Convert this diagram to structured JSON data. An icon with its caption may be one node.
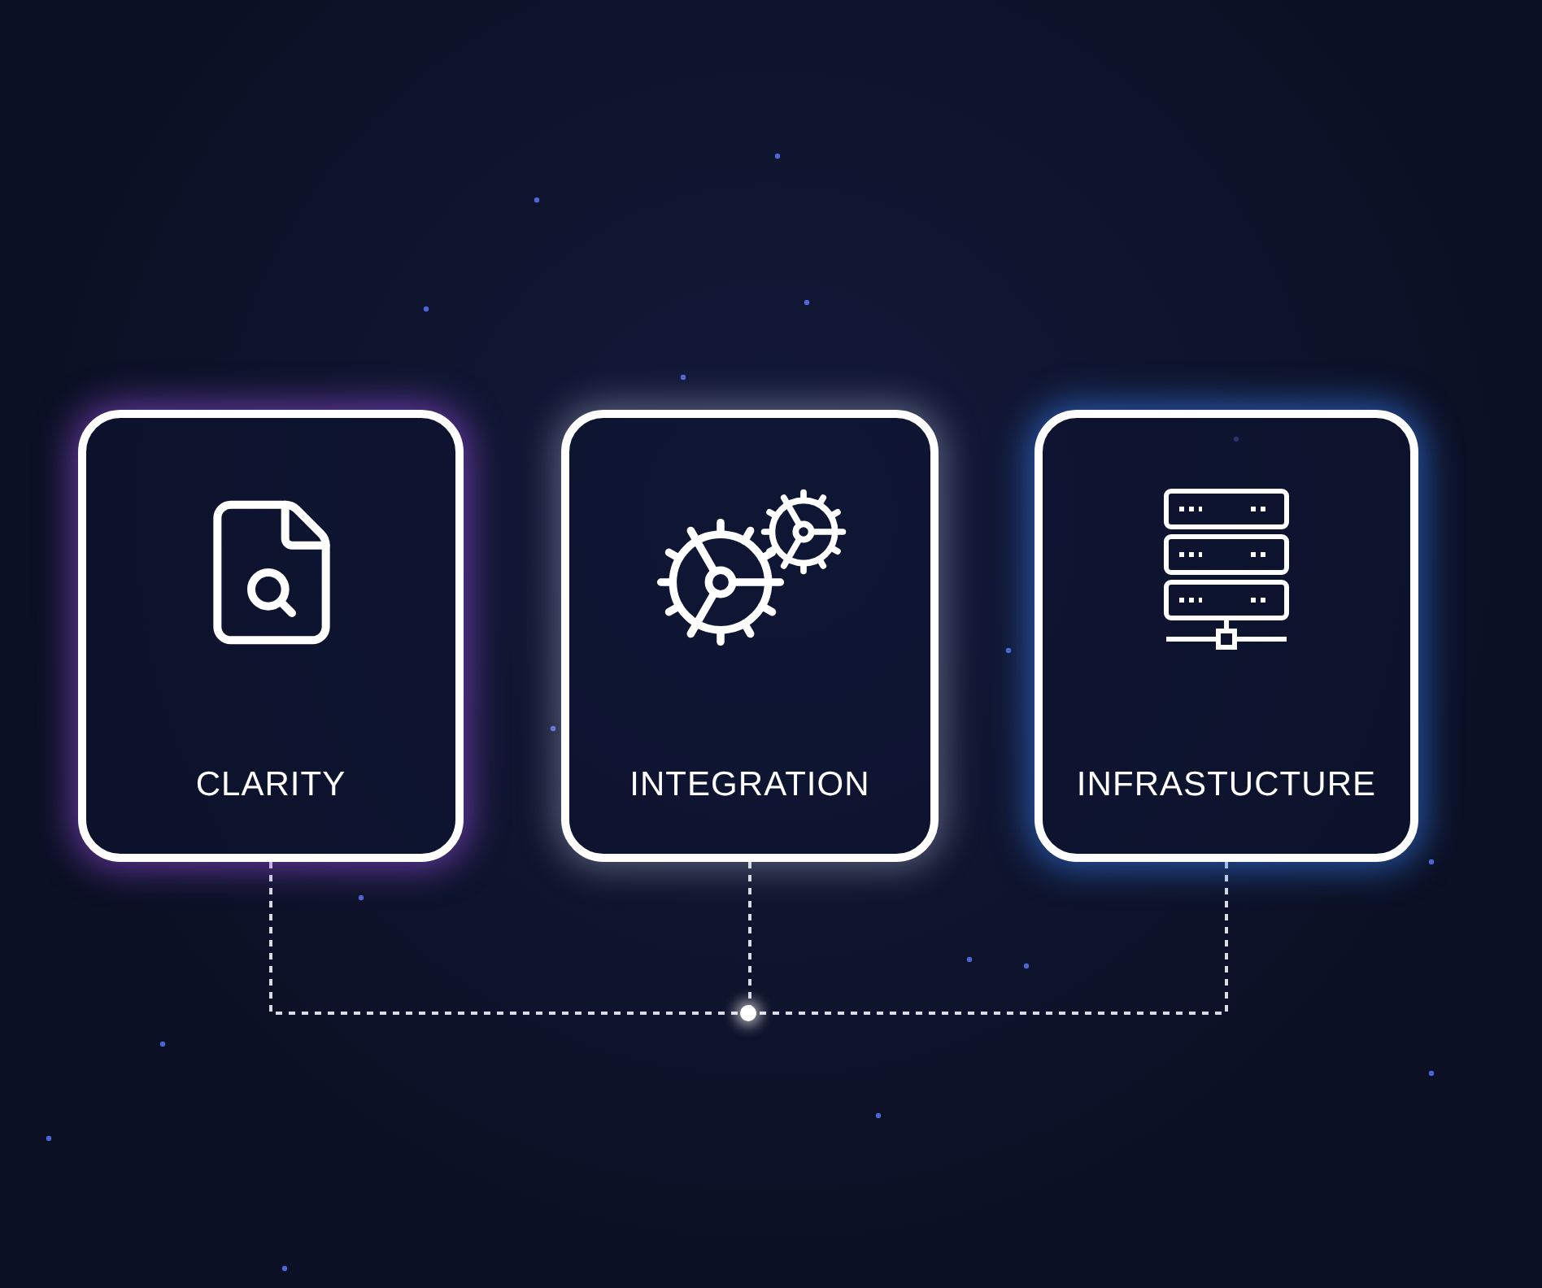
{
  "diagram": {
    "nodes": [
      {
        "text": [
          "CLARITY"
        ]
      },
      {
        "text": [
          "INTEGRATION"
        ]
      },
      {
        "text": [
          "INFRASTUCTURE"
        ]
      },
      {
        "text": [],
        "shape": "circle"
      }
    ],
    "edges": [
      {
        "from": 0,
        "to": 3,
        "arrow": "none",
        "style": "dashed"
      },
      {
        "from": 1,
        "to": 3,
        "arrow": "none",
        "style": "dashed"
      },
      {
        "from": 2,
        "to": 3,
        "arrow": "none",
        "style": "dashed"
      }
    ]
  }
}
